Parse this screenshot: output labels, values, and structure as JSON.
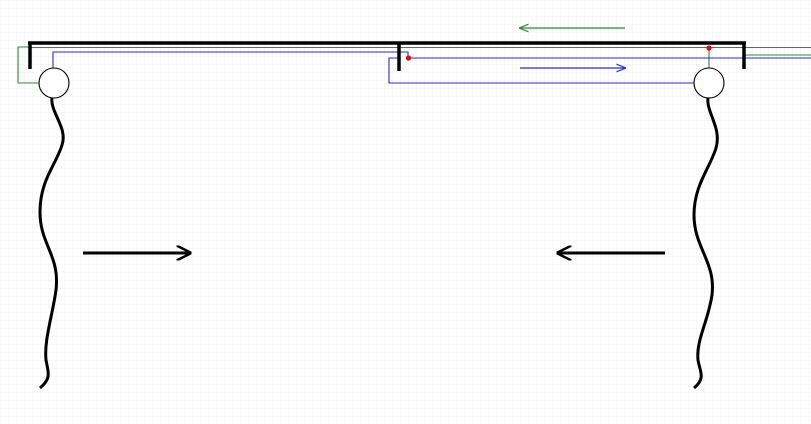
{
  "colors": {
    "background": "#ffffff",
    "grid": "#ebebeb",
    "rail": "#000000",
    "cord_green": "#2e8b2e",
    "cord_blue": "#2a2ad0",
    "junction_red": "#cc1111",
    "curtain": "#000000"
  },
  "diagram": {
    "components": [
      "curtain-rail",
      "left-runner-pulley",
      "right-runner-pulley",
      "left-curtain",
      "right-curtain",
      "green-draw-cord",
      "blue-draw-cord"
    ],
    "motion": {
      "green_cord": "right-to-left",
      "blue_cord": "left-to-right",
      "left_curtain": "moves-right",
      "right_curtain": "moves-left"
    }
  }
}
